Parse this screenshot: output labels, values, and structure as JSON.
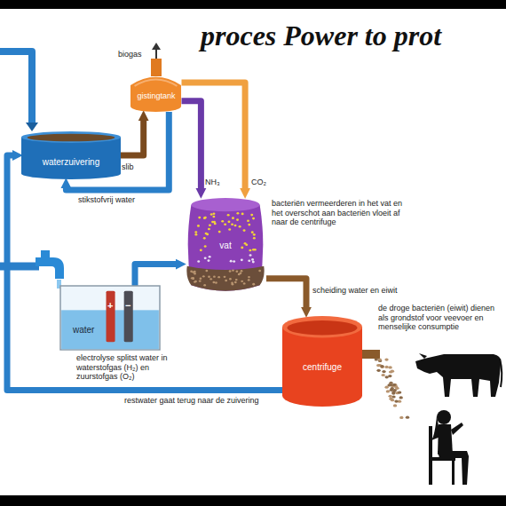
{
  "diagram": {
    "title": "proces Power to prot",
    "nodes": [
      {
        "text": [
          "waterzuivering"
        ]
      },
      {
        "text": [
          "gistingtank"
        ]
      },
      {
        "text": [
          "vat"
        ]
      },
      {
        "text": [
          "water"
        ]
      },
      {
        "text": [
          "centrifuge"
        ]
      }
    ],
    "edges": [
      {
        "from": 0,
        "to": 1,
        "arrow": "to",
        "label": "slib"
      },
      {
        "from": 1,
        "to": 2,
        "arrow": "to",
        "label": "NH₃"
      },
      {
        "from": 1,
        "to": 2,
        "arrow": "to",
        "label": "CO₂"
      },
      {
        "from": 1,
        "to": 0,
        "arrow": "to",
        "label": "stikstofvrij water"
      },
      {
        "from": 3,
        "to": 2,
        "arrow": "to"
      },
      {
        "from": 2,
        "to": 4,
        "arrow": "to",
        "label": "scheiding water en eiwit"
      },
      {
        "from": 4,
        "to": 0,
        "arrow": "to",
        "label": "restwater gaat terug naar de zuivering"
      }
    ],
    "labels": [
      "biogas",
      "bacteriën vermeerderen in het vat en het overschot aan bacteriën vloeit af naar de centrifuge",
      "de droge bacteriën (eiwit) dienen als grondstof voor veevoer en menselijke consumptie",
      "electrolyse splitst water in waterstofgas (H₂) en zuurstofgas (O₂)",
      "+",
      "−"
    ]
  }
}
